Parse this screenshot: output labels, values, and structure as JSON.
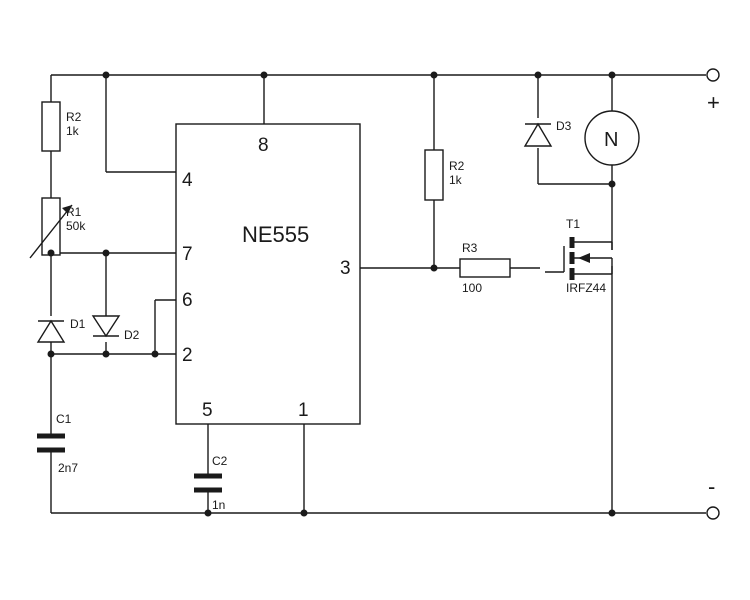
{
  "ic": {
    "name": "NE555",
    "pins": {
      "p1": "1",
      "p2": "2",
      "p3": "3",
      "p4": "4",
      "p5": "5",
      "p6": "6",
      "p7": "7",
      "p8": "8"
    }
  },
  "components": {
    "r2_left": {
      "ref": "R2",
      "value": "1k"
    },
    "r1": {
      "ref": "R1",
      "value": "50k"
    },
    "d1": {
      "ref": "D1"
    },
    "d2": {
      "ref": "D2"
    },
    "c1": {
      "ref": "C1",
      "value": "2n7"
    },
    "c2": {
      "ref": "C2",
      "value": "1n"
    },
    "r2_right": {
      "ref": "R2",
      "value": "1k"
    },
    "r3": {
      "ref": "R3",
      "value": "100"
    },
    "d3": {
      "ref": "D3"
    },
    "t1": {
      "ref": "T1",
      "value": "IRFZ44"
    },
    "motor": {
      "symbol": "N"
    }
  },
  "terminals": {
    "plus": "+",
    "minus": "-"
  },
  "colors": {
    "ink": "#1a1a1a",
    "background": "#ffffff"
  }
}
